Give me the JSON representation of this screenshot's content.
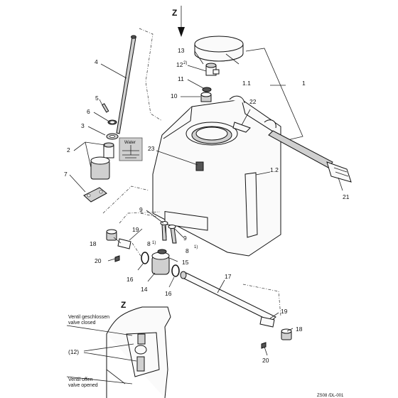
{
  "view_label": "Z",
  "inset_label": "Z",
  "legend_water": "Water",
  "inset_notes": {
    "closed_de": "Ventil geschlossen",
    "closed_en": "valve closed",
    "open_de": "Ventil offen",
    "open_en": "valve opened",
    "ref": "(12)"
  },
  "callouts": {
    "c1": "1",
    "c1_1": "1.1",
    "c1_2": "1.2",
    "c2": "2",
    "c3": "3",
    "c4": "4",
    "c5": "5",
    "c6": "6",
    "c7": "7",
    "c8a": "8",
    "c8b": "8",
    "c9a": "9",
    "c9b": "9",
    "c10": "10",
    "c11": "11",
    "c12": "12",
    "c13": "13",
    "c14": "14",
    "c15": "15",
    "c16a": "16",
    "c16b": "16",
    "c17": "17",
    "c18a": "18",
    "c18b": "18",
    "c19a": "19",
    "c19b": "19",
    "c20a": "20",
    "c20b": "20",
    "c21": "21",
    "c22": "22",
    "c23": "23"
  },
  "footnotes": {
    "n12": "2)",
    "n8a": "1)",
    "n8b": "1)"
  },
  "doc_ref": "ZS08 /DL-001"
}
